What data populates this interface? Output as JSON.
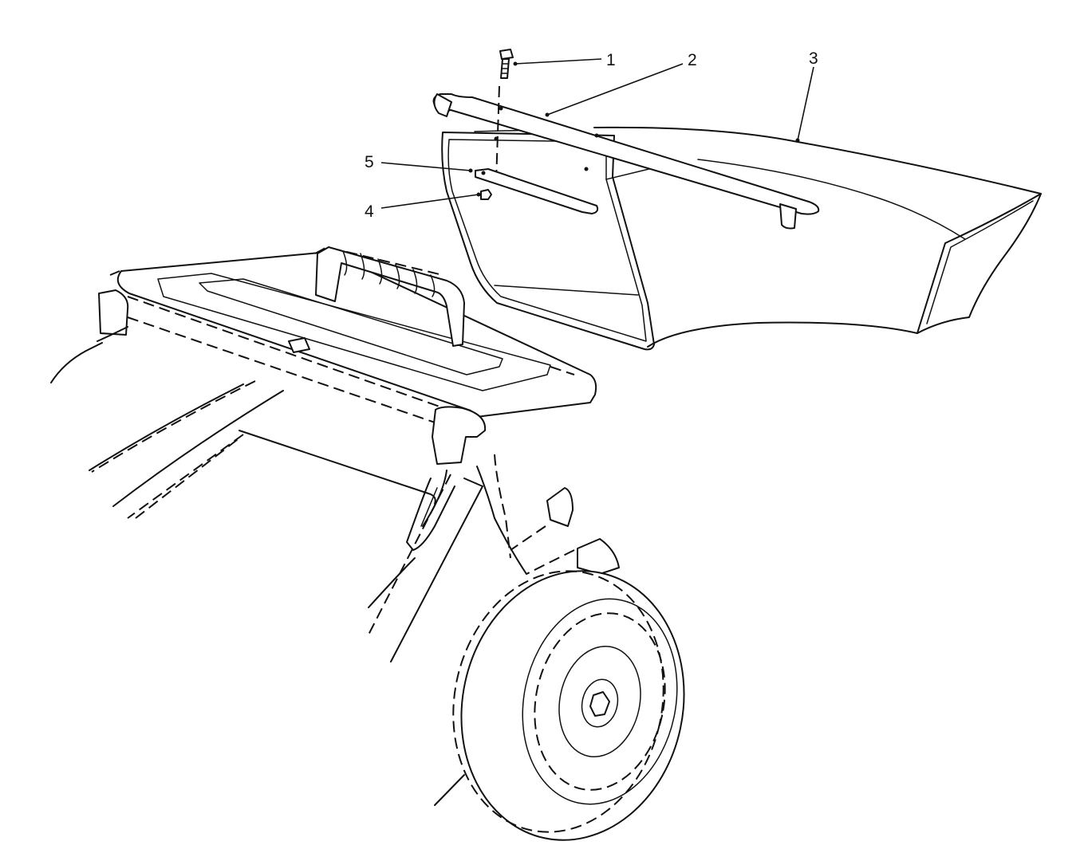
{
  "callouts": [
    {
      "id": "1",
      "label": "1"
    },
    {
      "id": "2",
      "label": "2"
    },
    {
      "id": "3",
      "label": "3"
    },
    {
      "id": "4",
      "label": "4"
    },
    {
      "id": "5",
      "label": "5"
    }
  ],
  "colors": {
    "line": "#111111",
    "background": "#ffffff"
  }
}
